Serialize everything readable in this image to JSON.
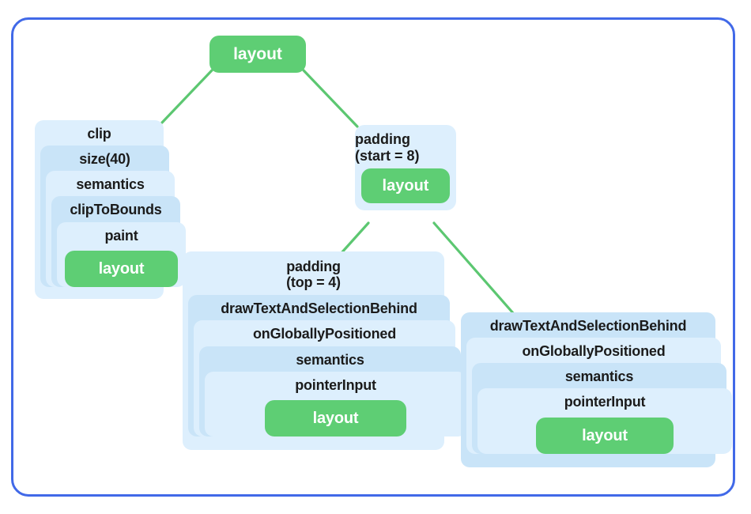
{
  "frame": {
    "border_color": "#4169e8",
    "background": "#ffffff"
  },
  "palette": {
    "green": "#5ece74",
    "green_text": "#ffffff",
    "blue_dark": "#c9e4f8",
    "blue_light": "#ddeffd",
    "frame_blue": "#4169e8",
    "connector_green": "#5cc771",
    "node_text": "#1b1b1b"
  },
  "diagram": {
    "type": "modifier-tree",
    "root": {
      "label": "layout"
    },
    "left_branch": {
      "chain": [
        {
          "label": "clip"
        },
        {
          "label": "size(40)"
        },
        {
          "label": "semantics"
        },
        {
          "label": "clipToBounds"
        },
        {
          "label": "paint"
        }
      ],
      "leaf": {
        "label": "layout"
      }
    },
    "right_branch": {
      "node": {
        "label": "padding\n(start = 8)",
        "line1": "padding",
        "line2": "(start = 8)"
      },
      "leaf": {
        "label": "layout"
      },
      "children": [
        {
          "chain": [
            {
              "label": "padding\n(top = 4)",
              "line1": "padding",
              "line2": "(top = 4)"
            },
            {
              "label": "drawTextAndSelectionBehind"
            },
            {
              "label": "onGloballyPositioned"
            },
            {
              "label": "semantics"
            },
            {
              "label": "pointerInput"
            }
          ],
          "leaf": {
            "label": "layout"
          }
        },
        {
          "chain": [
            {
              "label": "drawTextAndSelectionBehind"
            },
            {
              "label": "onGloballyPositioned"
            },
            {
              "label": "semantics"
            },
            {
              "label": "pointerInput"
            }
          ],
          "leaf": {
            "label": "layout"
          }
        }
      ]
    }
  }
}
